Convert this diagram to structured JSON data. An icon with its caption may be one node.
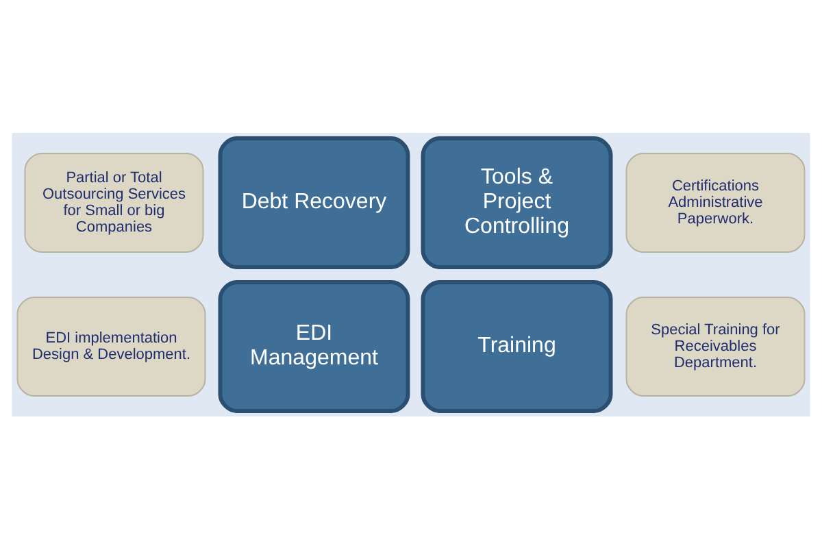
{
  "diagram": {
    "nodes": [
      {
        "text": [
          "Partial or Total Outsourcing Services for Small or big Companies"
        ]
      },
      {
        "text": [
          "Certifications",
          "Administrative Paperwork."
        ]
      },
      {
        "text": [
          "Debt Recovery"
        ]
      },
      {
        "text": [
          "Tools & Project Controlling"
        ]
      },
      {
        "text": [
          "EDI Management"
        ]
      },
      {
        "text": [
          "Training"
        ]
      },
      {
        "text": [
          "EDI implementation",
          "Design & Development."
        ]
      },
      {
        "text": [
          "Special Training for Receivables Department."
        ]
      }
    ]
  }
}
